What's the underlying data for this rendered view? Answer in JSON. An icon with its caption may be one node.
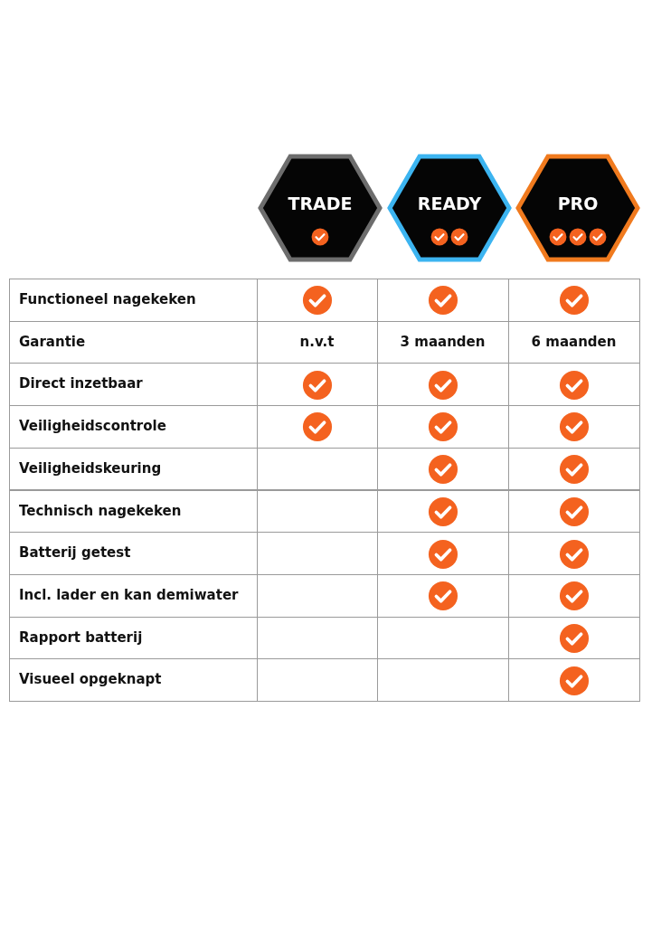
{
  "diagram": {
    "nodes": [
      {
        "text": [
          "TRADE"
        ]
      },
      {
        "text": [
          "READY"
        ]
      },
      {
        "text": [
          "PRO"
        ]
      }
    ],
    "labels": [
      "Functioneel nagekeken",
      "Garantie",
      "n.v.t",
      "3 maanden",
      "6 maanden",
      "Direct inzetbaar",
      "Veiligheidscontrole",
      "Veiligheidskeuring",
      "Technisch nagekeken",
      "Batterij getest",
      "Incl. lader en kan demiwater",
      "Rapport batterij",
      "Visueel opgeknapt"
    ]
  }
}
